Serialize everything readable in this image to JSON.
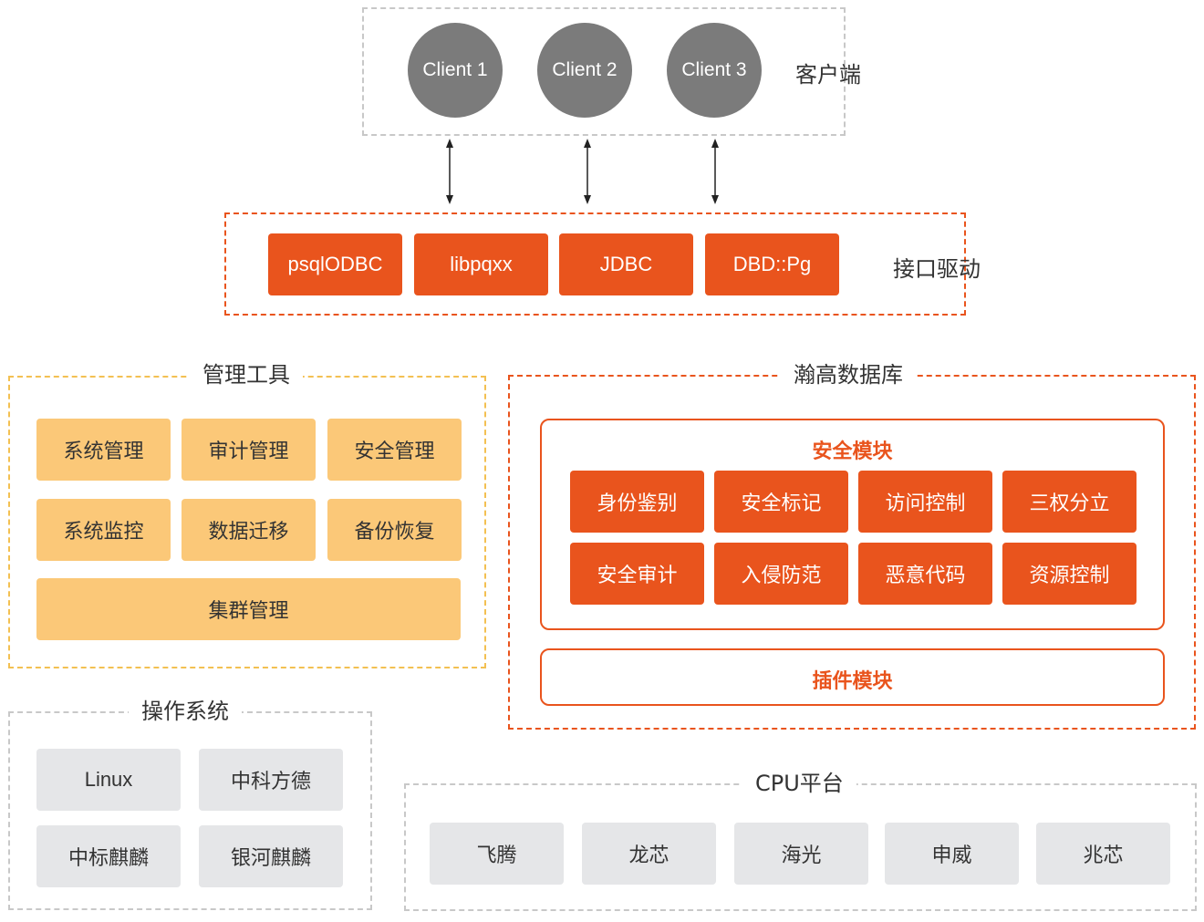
{
  "clients": {
    "label": "客户端",
    "items": [
      "Client 1",
      "Client 2",
      "Client 3"
    ]
  },
  "drivers": {
    "label": "接口驱动",
    "items": [
      "psqlODBC",
      "libpqxx",
      "JDBC",
      "DBD::Pg"
    ]
  },
  "management": {
    "title": "管理工具",
    "items": [
      "系统管理",
      "审计管理",
      "安全管理",
      "系统监控",
      "数据迁移",
      "备份恢复",
      "集群管理"
    ]
  },
  "database": {
    "title": "瀚高数据库",
    "security_module": {
      "title": "安全模块",
      "items": [
        "身份鉴别",
        "安全标记",
        "访问控制",
        "三权分立",
        "安全审计",
        "入侵防范",
        "恶意代码",
        "资源控制"
      ]
    },
    "plugin_module": {
      "title": "插件模块"
    }
  },
  "os": {
    "title": "操作系统",
    "items": [
      "Linux",
      "中科方德",
      "中标麒麟",
      "银河麒麟"
    ]
  },
  "cpu": {
    "title": "CPU平台",
    "items": [
      "飞腾",
      "龙芯",
      "海光",
      "申威",
      "兆芯"
    ]
  },
  "colors": {
    "accent": "#e9541d",
    "management_fill": "#fbc878",
    "platform_fill": "#e5e6e8",
    "client_fill": "#7b7b7b"
  }
}
